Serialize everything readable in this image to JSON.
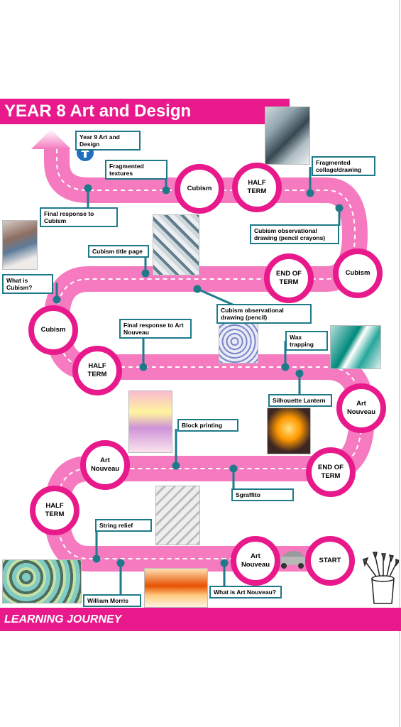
{
  "header": {
    "title": "YEAR 8 Art and Design"
  },
  "footer": {
    "title": "LEARNING JOURNEY"
  },
  "milestones": {
    "cubism_top": "Cubism",
    "half_term_top": "HALF TERM",
    "cubism_right": "Cubism",
    "end_of_term_top": "END OF TERM",
    "cubism_left": "Cubism",
    "half_term_mid": "HALF TERM",
    "art_nouveau_right": "Art Nouveau",
    "end_of_term_bottom": "END OF TERM",
    "art_nouveau_left": "Art Nouveau",
    "half_term_bottom": "HALF TERM",
    "art_nouveau_start": "Art Nouveau",
    "start": "START"
  },
  "labels": {
    "year9": "Year 9 Art and Design",
    "fragmented_textures": "Fragmented textures",
    "fragmented_collage": "Fragmented collage/drawing",
    "final_response_cubism": "Final response to Cubism",
    "cubism_observational_crayons": "Cubism observational drawing (pencil crayons)",
    "cubism_title_page": "Cubism title page",
    "what_is_cubism": "What is Cubism?",
    "cubism_observational_pencil": "Cubism observational drawing (pencil)",
    "final_response_art_nouveau": "Final response to Art Nouveau",
    "wax_trapping": "Wax trapping",
    "silhouette_lantern": "Silhouette Lantern",
    "block_printing": "Block printing",
    "sgraffito": "Sgraffito",
    "string_relief": "String relief",
    "william_morris": "William Morris",
    "what_is_art_nouveau": "What is Art Nouveau?"
  },
  "colors": {
    "road": "#f57ac0",
    "accent": "#e8198b",
    "connector": "#1e7a8a",
    "up_icon": "#1f6fbf"
  }
}
